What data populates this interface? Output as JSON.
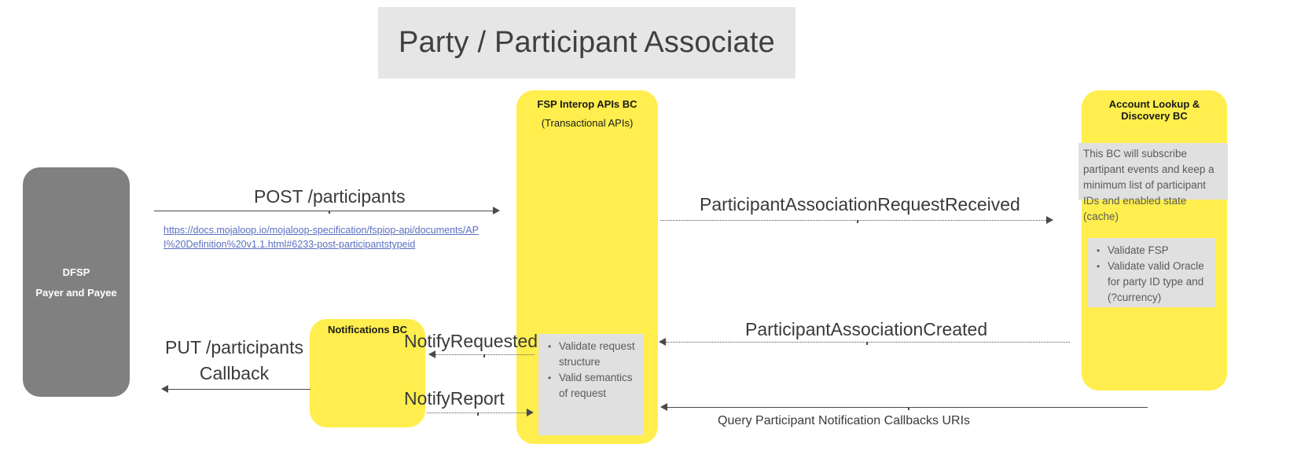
{
  "title": "Party / Participant Associate",
  "lanes": [
    {
      "name": "dfsp",
      "title": "DFSP",
      "subtitle": "Payer and Payee"
    },
    {
      "name": "fsp-interop-apis-bc",
      "title": "FSP Interop APIs BC",
      "subtitle": "(Transactional APIs)"
    },
    {
      "name": "notifications-bc",
      "title": "Notifications BC",
      "subtitle": ""
    },
    {
      "name": "account-lookup-discovery-bc",
      "title": "Account Lookup & Discovery BC",
      "subtitle": ""
    }
  ],
  "notes": {
    "alv_cache": "This BC will subscribe partipant events and keep a minimum list of participant IDs and enabled state (cache)",
    "alv_bullets": [
      "Validate FSP",
      "Validate valid Oracle for party ID type and (?currency)"
    ],
    "interop_bullets": [
      "Validate request structure",
      "Valid semantics of request"
    ]
  },
  "flows": {
    "post_participants": "POST /participants",
    "post_participants_link": "https://docs.mojaloop.io/mojaloop-specification/fspiop-api/documents/API%20Definition%20v1.1.html#6233-post-participantstypeid",
    "participant_association_request_received": "ParticipantAssociationRequestReceived",
    "participant_association_created": "ParticipantAssociationCreated",
    "notify_requested": "NotifyRequested",
    "notify_report": "NotifyReport",
    "put_participants_line1": "PUT /participants",
    "put_participants_line2": "Callback",
    "query_participant_notification": "Query Participant Notification Callbacks URIs"
  },
  "colors": {
    "lane_yellow": "#ffee4d",
    "lane_gray": "#808080",
    "note_gray": "#e0e0e0",
    "banner_gray": "#e7e6e6",
    "link_blue": "#5b6fc0"
  }
}
